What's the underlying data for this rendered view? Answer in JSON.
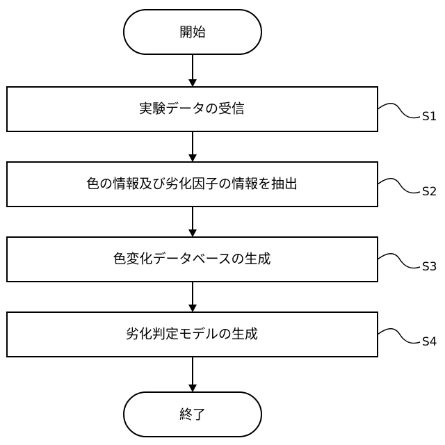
{
  "flowchart": {
    "start": {
      "label": "開始"
    },
    "steps": [
      {
        "label": "実験データの受信",
        "id": "S1"
      },
      {
        "label": "色の情報及び劣化因子の情報を抽出",
        "id": "S2"
      },
      {
        "label": "色変化データベースの生成",
        "id": "S3"
      },
      {
        "label": "劣化判定モデルの生成",
        "id": "S4"
      }
    ],
    "end": {
      "label": "終了"
    }
  },
  "colors": {
    "stroke": "#000000",
    "fill": "#ffffff",
    "text": "#000000"
  }
}
